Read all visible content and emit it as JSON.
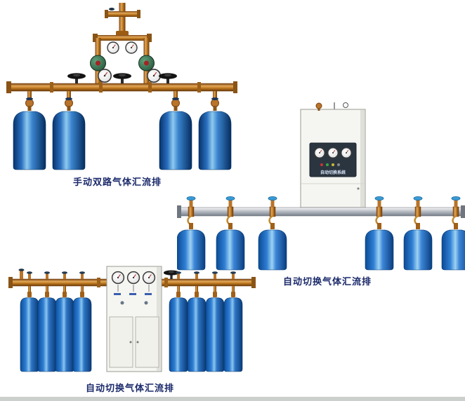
{
  "page": {
    "background": "#ffffff",
    "footer_bar_color": "#ccd0cc"
  },
  "products": [
    {
      "name": "manual-dual-manifold",
      "caption": "手动双路气体汇流排"
    },
    {
      "name": "auto-switch-manifold-with-cabinet",
      "caption": "自动切换气体汇流排",
      "cabinet_panel_text": "自动切换系统"
    },
    {
      "name": "auto-switch-manifold",
      "caption": "自动切换气体汇流排"
    }
  ],
  "colors": {
    "caption_text": "#1b2a6b",
    "copper_pipe": "#b06a1d",
    "brass_fitting": "#c0802a",
    "cylinder_blue": "#1e62b0",
    "steel_pipe": "#9aa0a8",
    "cabinet_body": "#f5f5f1"
  }
}
